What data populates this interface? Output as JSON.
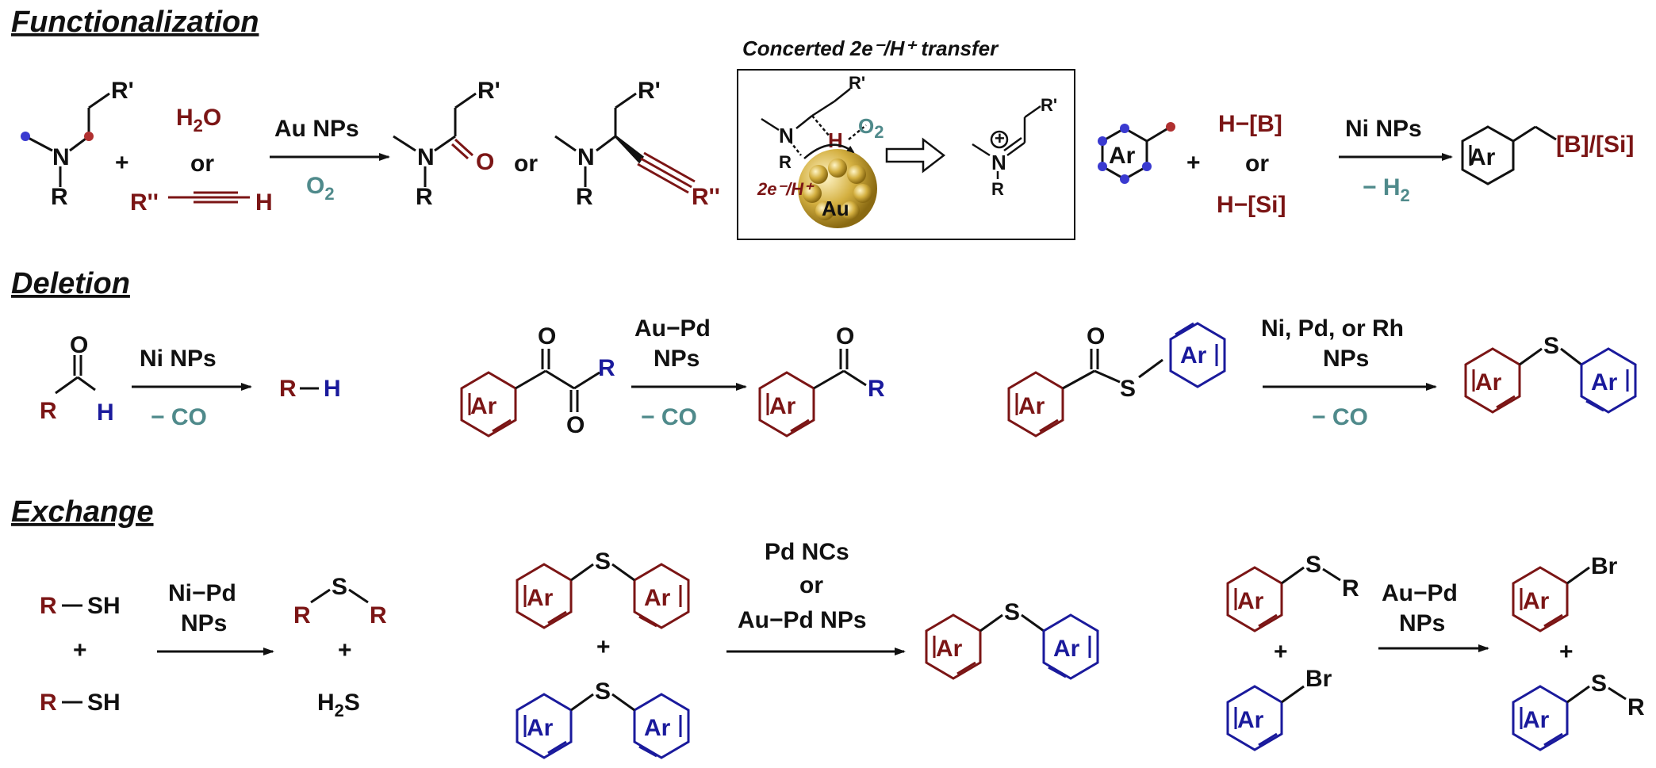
{
  "colors": {
    "black": "#111111",
    "red": "#7b1515",
    "blue": "#1a1a9c",
    "teal": "#4f8a8b",
    "gold": "#d4b041"
  },
  "sections": {
    "functionalization": "Functionalization",
    "deletion": "Deletion",
    "exchange": "Exchange"
  },
  "labels": {
    "r": "R",
    "r_prime": "R'",
    "r_dprime": "R''",
    "n": "N",
    "o": "O",
    "s": "S",
    "h": "H",
    "br": "Br",
    "ar": "Ar",
    "plus": "+",
    "or": "or",
    "water_h": "H",
    "water_sub": "2",
    "water_o": "O",
    "o2_o": "O",
    "o2_sub": "2",
    "hb": "H−[B]",
    "hsi": "H−[Si]",
    "bsi": "[B]/[Si]",
    "rsh": "R−SH",
    "h2s_h": "H",
    "h2s_sub": "2",
    "h2s_s": "S",
    "au": "Au"
  },
  "inset": {
    "title": "Concerted 2e⁻/H⁺ transfer",
    "electron_label": "2e⁻/H⁺",
    "plus_charge": "+"
  },
  "reactions": {
    "func1": {
      "cat": "Au NPs",
      "cond_o": "O",
      "cond_sub": "2"
    },
    "func2": {
      "cat": "Ni NPs",
      "cond": "− H",
      "cond_sub": "2"
    },
    "del1": {
      "cat": "Ni NPs",
      "cond": "− CO"
    },
    "del2": {
      "cat_line1": "Au−Pd",
      "cat_line2": "NPs",
      "cond": "− CO"
    },
    "del3": {
      "cat_line1": "Ni, Pd, or Rh",
      "cat_line2": "NPs",
      "cond": "− CO"
    },
    "exc1": {
      "cat_line1": "Ni−Pd",
      "cat_line2": "NPs"
    },
    "exc2": {
      "cat_line1": "Pd NCs",
      "cat_line2": "or",
      "cat_line3": "Au−Pd NPs"
    },
    "exc3": {
      "cat_line1": "Au−Pd",
      "cat_line2": "NPs"
    }
  }
}
